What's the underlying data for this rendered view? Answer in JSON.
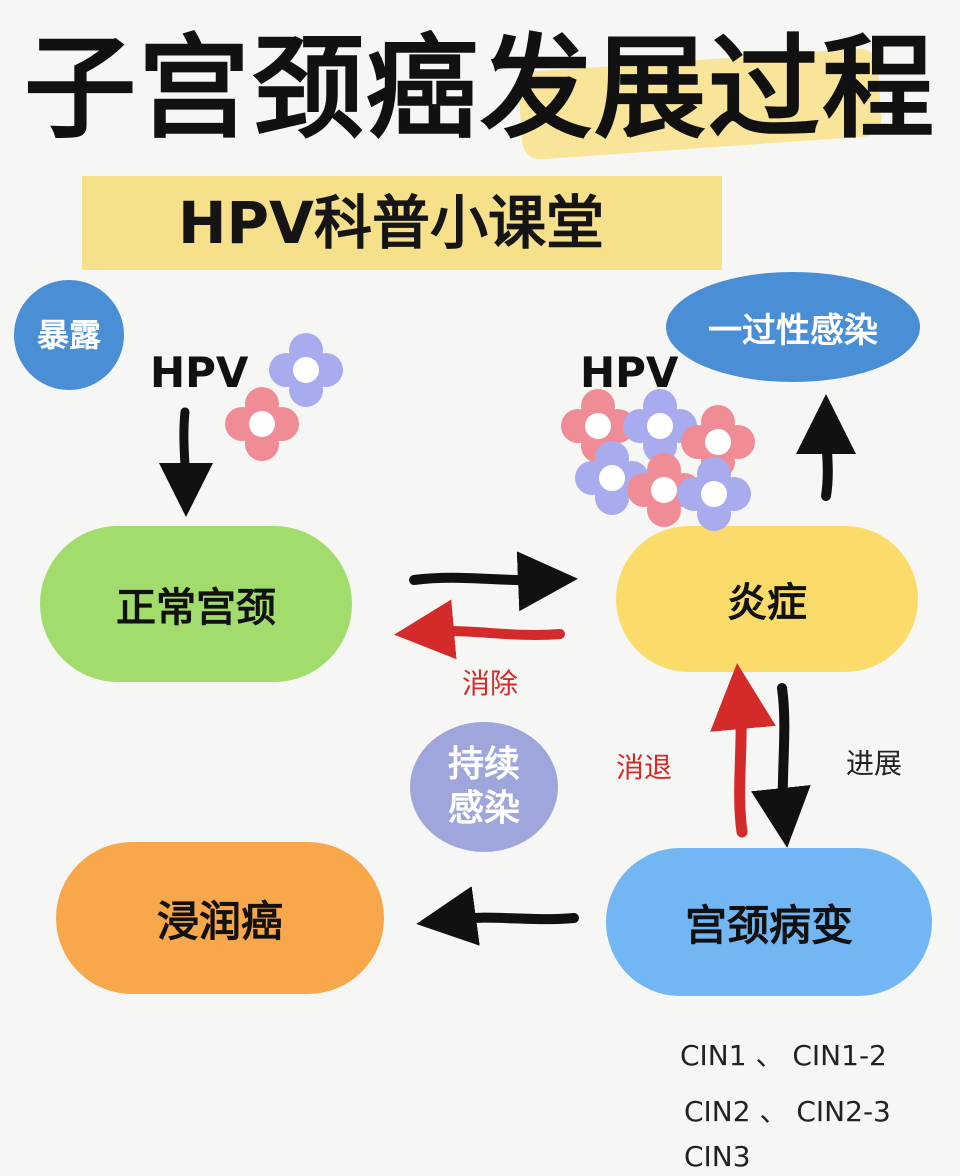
{
  "header": {
    "title": "子宫颈癌发展过程",
    "subtitle": "HPV科普小课堂"
  },
  "badges": {
    "exposure": "暴露",
    "persistent_infection": "持续\n感染",
    "transient_infection": "一过性感染"
  },
  "hpv": {
    "left_label": "HPV",
    "right_label": "HPV"
  },
  "stages": {
    "normal": "正常宫颈",
    "inflammation": "炎症",
    "lesion": "宫颈病变",
    "invasive": "浸润癌"
  },
  "arrow_labels": {
    "eliminate": "消除",
    "regress": "消退",
    "progress": "进展"
  },
  "cin_grades": {
    "line1": "CIN1 、 CIN1-2",
    "line2": "CIN2 、 CIN2-3",
    "line3": "CIN3"
  },
  "colors": {
    "normal": "#a2dc6c",
    "inflammation": "#fbdc6a",
    "lesion": "#72b6f4",
    "invasive": "#f8a84a",
    "badge_blue": "#4a8ed6",
    "badge_purple": "#9fa6dc",
    "highlight": "#f6e08a",
    "arrow_black": "#111111",
    "arrow_red": "#d42a2a",
    "virus_pink": "#f08c96",
    "virus_blue": "#a8acee"
  }
}
